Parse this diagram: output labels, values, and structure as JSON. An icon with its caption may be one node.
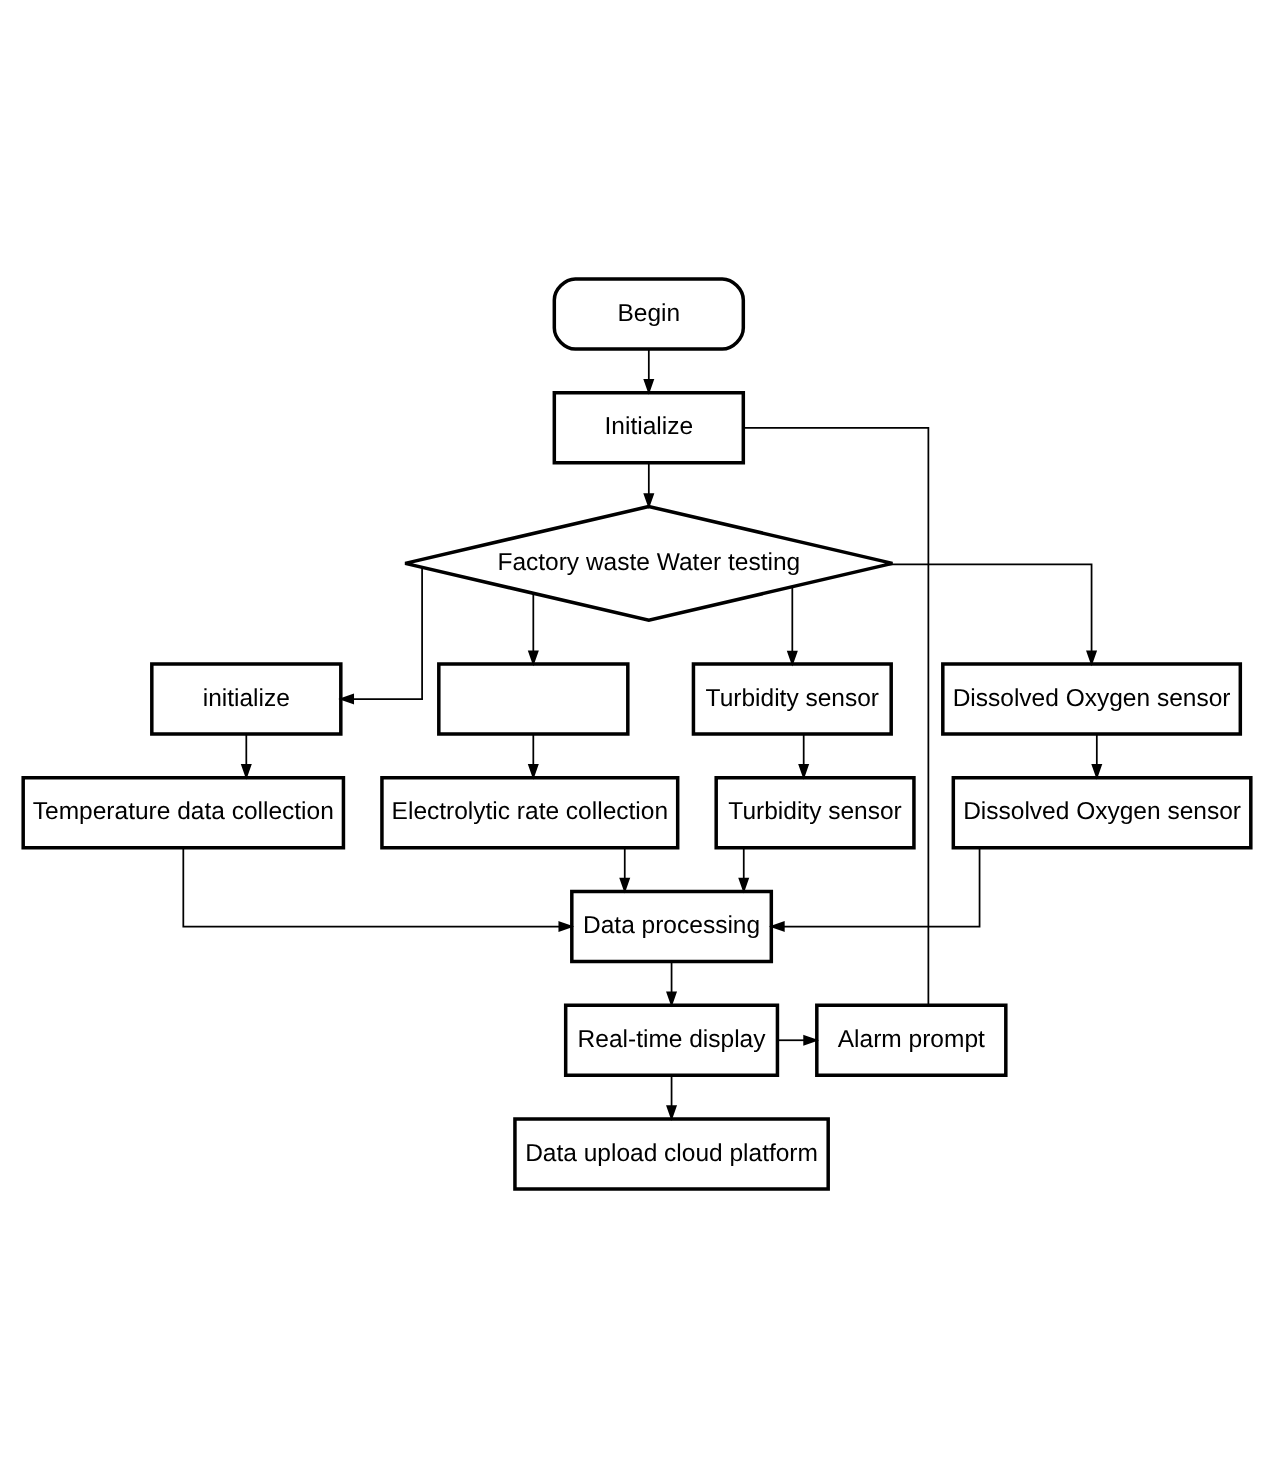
{
  "diagram": {
    "nodes": [
      {
        "text": [
          "Begin"
        ]
      },
      {
        "text": [
          "Initialize"
        ]
      },
      {
        "text": [
          "Factory waste Water testing"
        ]
      },
      {
        "text": [
          "initialize"
        ]
      },
      {
        "text": [],
        "shape": "box"
      },
      {
        "text": [
          "Turbidity sensor"
        ]
      },
      {
        "text": [
          "Dissolved Oxygen sensor"
        ]
      },
      {
        "text": [
          "Temperature data collection"
        ]
      },
      {
        "text": [
          "Electrolytic rate collection"
        ]
      },
      {
        "text": [
          "Turbidity sensor"
        ]
      },
      {
        "text": [
          "Dissolved Oxygen sensor"
        ]
      },
      {
        "text": [
          "Data processing"
        ]
      },
      {
        "text": [
          "Real-time display"
        ]
      },
      {
        "text": [
          "Alarm prompt"
        ]
      },
      {
        "text": [
          "Data upload cloud platform"
        ]
      }
    ],
    "edges": [
      {
        "from": 0,
        "to": 1,
        "arrow": "to"
      },
      {
        "from": 1,
        "to": 2,
        "arrow": "to"
      },
      {
        "from": 2,
        "to": 3,
        "arrow": "to"
      },
      {
        "from": 2,
        "to": 4,
        "arrow": "to"
      },
      {
        "from": 2,
        "to": 5,
        "arrow": "to"
      },
      {
        "from": 2,
        "to": 6,
        "arrow": "to"
      },
      {
        "from": 3,
        "to": 7,
        "arrow": "to"
      },
      {
        "from": 4,
        "to": 8,
        "arrow": "to"
      },
      {
        "from": 5,
        "to": 9,
        "arrow": "to"
      },
      {
        "from": 6,
        "to": 10,
        "arrow": "to"
      },
      {
        "from": 7,
        "to": 11,
        "arrow": "to"
      },
      {
        "from": 8,
        "to": 11,
        "arrow": "to"
      },
      {
        "from": 9,
        "to": 11,
        "arrow": "to"
      },
      {
        "from": 10,
        "to": 11,
        "arrow": "to"
      },
      {
        "from": 11,
        "to": 12,
        "arrow": "to"
      },
      {
        "from": 12,
        "to": 13,
        "arrow": "to"
      },
      {
        "from": 13,
        "to": 1,
        "arrow": "none"
      },
      {
        "from": 12,
        "to": 14,
        "arrow": "to"
      }
    ]
  }
}
